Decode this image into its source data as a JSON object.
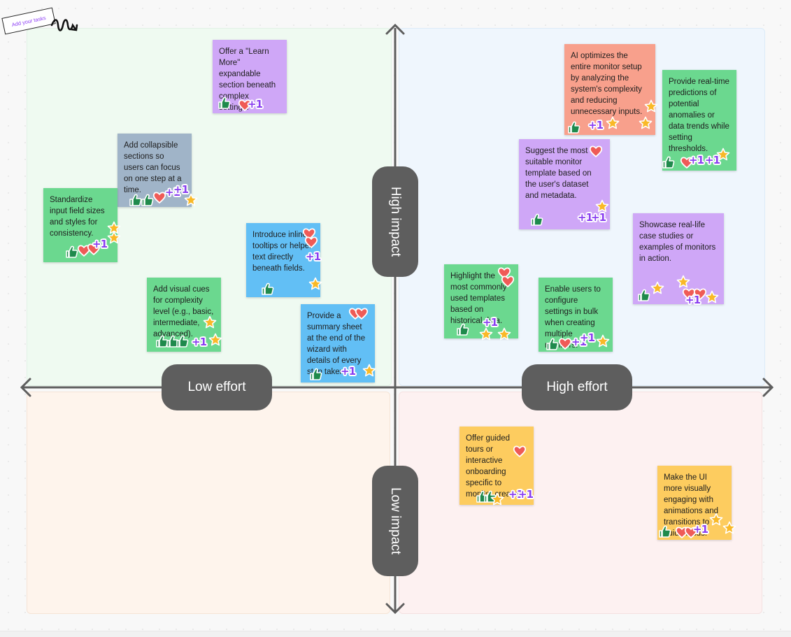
{
  "tag": {
    "label": "Add your tasks"
  },
  "axes": {
    "high_impact": "High impact",
    "low_impact": "Low impact",
    "low_effort": "Low effort",
    "high_effort": "High effort"
  },
  "notes": {
    "learn_more": "Offer a \"Learn More\" expandable section beneath complex settings.",
    "collapsible": "Add collapsible sections so users can focus on one step at a time.",
    "standardize": "Standardize input field sizes and styles for consistency.",
    "tooltips": "Introduce inline tooltips or helper text directly beneath fields.",
    "visual_cues": "Add visual cues for complexity level (e.g., basic, intermediate, advanced).",
    "summary": "Provide a summary sheet at the end of the wizard with details of every step taken.",
    "ai_optimize": "AI optimizes the entire monitor setup by analyzing the system's complexity and reducing unnecessary inputs.",
    "realtime": "Provide real-time predictions of potential anomalies or data trends while setting thresholds.",
    "suggest_template": "Suggest the most suitable monitor template based on the user's dataset and metadata.",
    "case_studies": "Showcase real-life case studies or examples of monitors in action.",
    "highlight_templates": "Highlight the most commonly used templates based on historical data.",
    "bulk": "Enable users to configure settings in bulk when creating multiple monitors.",
    "guided_tours": "Offer guided tours or interactive onboarding specific to monitor creation.",
    "animations": "Make the UI more visually engaging with animations and transitions to guide focus."
  },
  "plus_one": "+1",
  "colors": {
    "green_note": "#6bd88f",
    "purple_note": "#cfa7f7",
    "gray_note": "#a0b4c8",
    "blue_note": "#62bff5",
    "salmon_note": "#f8a08c",
    "yellow_note": "#fdcc5f",
    "axis": "#5e5e5e",
    "thumb": "#1f8a4c",
    "heart": "#ef5b57",
    "star": "#f9b928",
    "plus_one": "#8a3ff0"
  }
}
